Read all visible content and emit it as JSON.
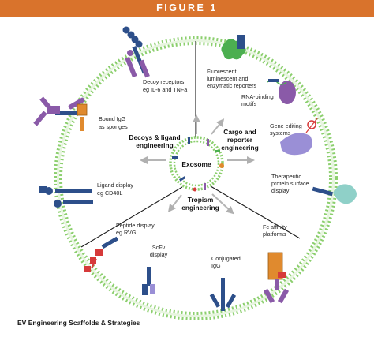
{
  "banner": {
    "title": "FIGURE 1"
  },
  "caption": "EV Engineering Scaffolds & Strategies",
  "center": {
    "label": "Exosome"
  },
  "sections": {
    "decoys": {
      "title_line1": "Decoys & ligand",
      "title_line2": "engineering"
    },
    "cargo": {
      "title_line1": "Cargo and",
      "title_line2": "reporter",
      "title_line3": "engineering"
    },
    "tropism": {
      "title_line1": "Tropism",
      "title_line2": "engineering"
    }
  },
  "labels": {
    "decoy_receptors": {
      "line1": "Decoy receptors",
      "line2": "eg IL-6 and TNFa"
    },
    "bound_igg": {
      "line1": "Bound IgG",
      "line2": "as sponges"
    },
    "ligand_display": {
      "line1": "Ligand display",
      "line2": "eg CD40L"
    },
    "fluorescent": {
      "line1": "Fluorescent,",
      "line2": "luminescent and",
      "line3": "enzymatic reporters"
    },
    "rna_binding": {
      "line1": "RNA-binding",
      "line2": "motifs"
    },
    "gene_editing": {
      "line1": "Gene editing",
      "line2": "systems"
    },
    "therapeutic": {
      "line1": "Therapeutic",
      "line2": "protein surface",
      "line3": "display"
    },
    "peptide": {
      "line1": "Peptide display",
      "line2": "eg RVG"
    },
    "scfv": {
      "line1": "ScFv",
      "line2": "display"
    },
    "conjugated": {
      "line1": "Conjugated",
      "line2": "IgG"
    },
    "fc_affinity": {
      "line1": "Fc affinity",
      "line2": "platforms"
    }
  },
  "colors": {
    "banner": "#d9732c",
    "membrane": "#4caf50",
    "membrane_light": "#e8f5e2",
    "arrow": "#b0b0b0",
    "receptor_blue": "#2d4f8a",
    "purple": "#8a5aa8",
    "orange": "#e08a2e",
    "red": "#d63a3a",
    "teal": "#8fd0c8"
  }
}
